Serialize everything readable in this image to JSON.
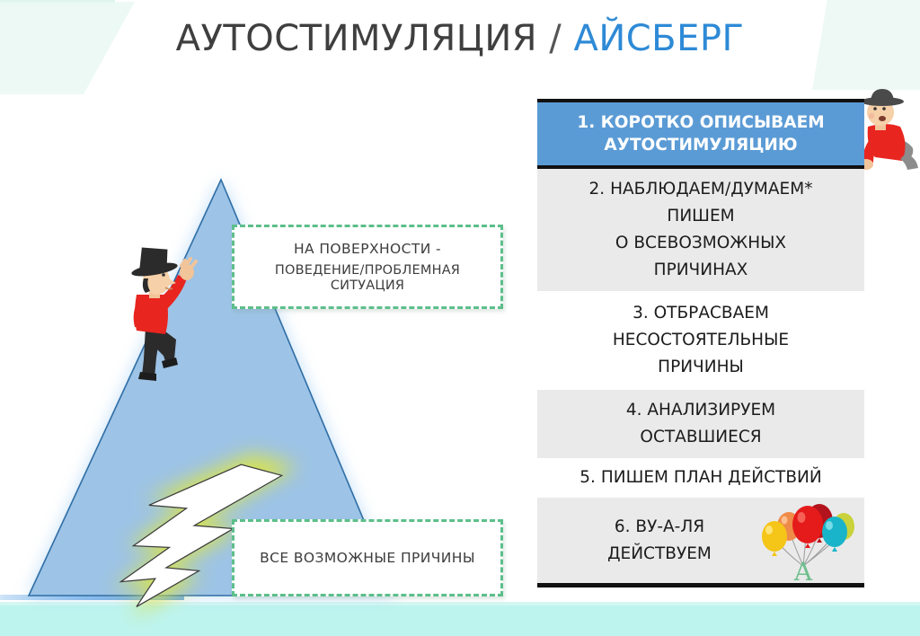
{
  "slide": {
    "title_main": "АУТОСТИМУЛЯЦИЯ",
    "title_separator": " / ",
    "title_accent": "АЙСБЕРГ"
  },
  "diagram": {
    "shape": "iceberg-triangle",
    "callouts": [
      {
        "id": "surface",
        "line1": "НА ПОВЕРХНОСТИ -",
        "line2": "ПОВЕДЕНИЕ/ПРОБЛЕМНАЯ",
        "line3": "СИТУАЦИЯ"
      },
      {
        "id": "causes",
        "line1": "ВСЕ ВОЗМОЖНЫЕ ПРИЧИНЫ"
      }
    ]
  },
  "steps": {
    "rows": [
      {
        "num": "1.",
        "lines": [
          "1. КОРОТКО ОПИСЫВАЕМ",
          "АУТОСТИМУЛЯЦИЮ"
        ],
        "style": "accent"
      },
      {
        "num": "2.",
        "lines": [
          "2. НАБЛЮДАЕМ/ДУМАЕМ*",
          "ПИШЕМ",
          "О ВСЕВОЗМОЖНЫХ",
          "ПРИЧИНАХ"
        ],
        "style": "gray"
      },
      {
        "num": "3.",
        "lines": [
          "3. ОТБРАСВАЕМ",
          "НЕСОСТОЯТЕЛЬНЫЕ",
          "ПРИЧИНЫ"
        ],
        "style": "white"
      },
      {
        "num": "4.",
        "lines": [
          "4. АНАЛИЗИРУЕМ",
          "ОСТАВШИЕСЯ"
        ],
        "style": "gray"
      },
      {
        "num": "5.",
        "lines": [
          "5. ПИШЕМ ПЛАН ДЕЙСТВИЙ"
        ],
        "style": "white"
      },
      {
        "num": "6.",
        "lines": [
          "6. ВУ-А-ЛЯ",
          "ДЕЙСТВУЕМ"
        ],
        "style": "gray"
      }
    ],
    "row1_line1": "1. КОРОТКО ОПИСЫВАЕМ",
    "row1_line2": "АУТОСТИМУЛЯЦИЮ",
    "row2_line1": "2. НАБЛЮДАЕМ/ДУМАЕМ*",
    "row2_line2": "ПИШЕМ",
    "row2_line3": "О ВСЕВОЗМОЖНЫХ",
    "row2_line4": "ПРИЧИНАХ",
    "row3_line1": "3. ОТБРАСВАЕМ",
    "row3_line2": "НЕСОСТОЯТЕЛЬНЫЕ",
    "row3_line3": "ПРИЧИНЫ",
    "row4_line1": "4. АНАЛИЗИРУЕМ",
    "row4_line2": "ОСТАВШИЕСЯ",
    "row5_line1": "5. ПИШЕМ ПЛАН ДЕЙСТВИЙ",
    "row6_line1": "6. ВУ-А-ЛЯ",
    "row6_line2": "ДЕЙСТВУЕМ"
  },
  "art": {
    "balloon_letter": "А",
    "climber": "man-climbing-iceberg",
    "corner_character": "man-in-hat-peeking"
  },
  "colors": {
    "accent_blue": "#5b9bd5",
    "title_accent": "#2e8ad6",
    "title_text": "#3f3f3f",
    "iceberg_fill": "#9dc3e6",
    "iceberg_stroke": "#2f6ea5",
    "callout_border": "#5cbf8a",
    "row_gray": "#eaeaea",
    "bottom_band": "#bdf4ee",
    "bolt_glow": "#d9e34a",
    "sweater_red": "#e8251f"
  }
}
